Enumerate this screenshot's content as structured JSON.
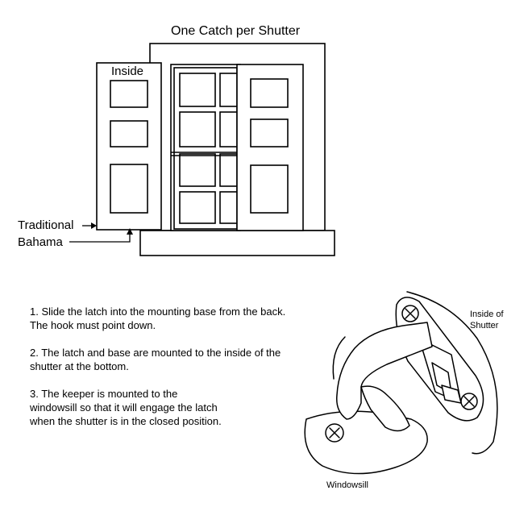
{
  "diagram": {
    "title": "One Catch per Shutter",
    "inside_label": "Inside",
    "traditional_label": "Traditional",
    "bahama_label": "Bahama",
    "instructions": [
      {
        "line1": "1. Slide the latch into the mounting base from the back.",
        "line2": "The hook must point down.",
        "line3": ""
      },
      {
        "line1": "2. The latch and base are mounted to the inside of the",
        "line2": "shutter at the bottom.",
        "line3": ""
      },
      {
        "line1": "3. The keeper is mounted to the",
        "line2": "windowsill so that it will engage the latch",
        "line3": "when the shutter is in the closed position."
      }
    ],
    "inside_of_shutter_line1": "Inside of",
    "inside_of_shutter_line2": "Shutter",
    "windowsill_label": "Windowsill"
  }
}
